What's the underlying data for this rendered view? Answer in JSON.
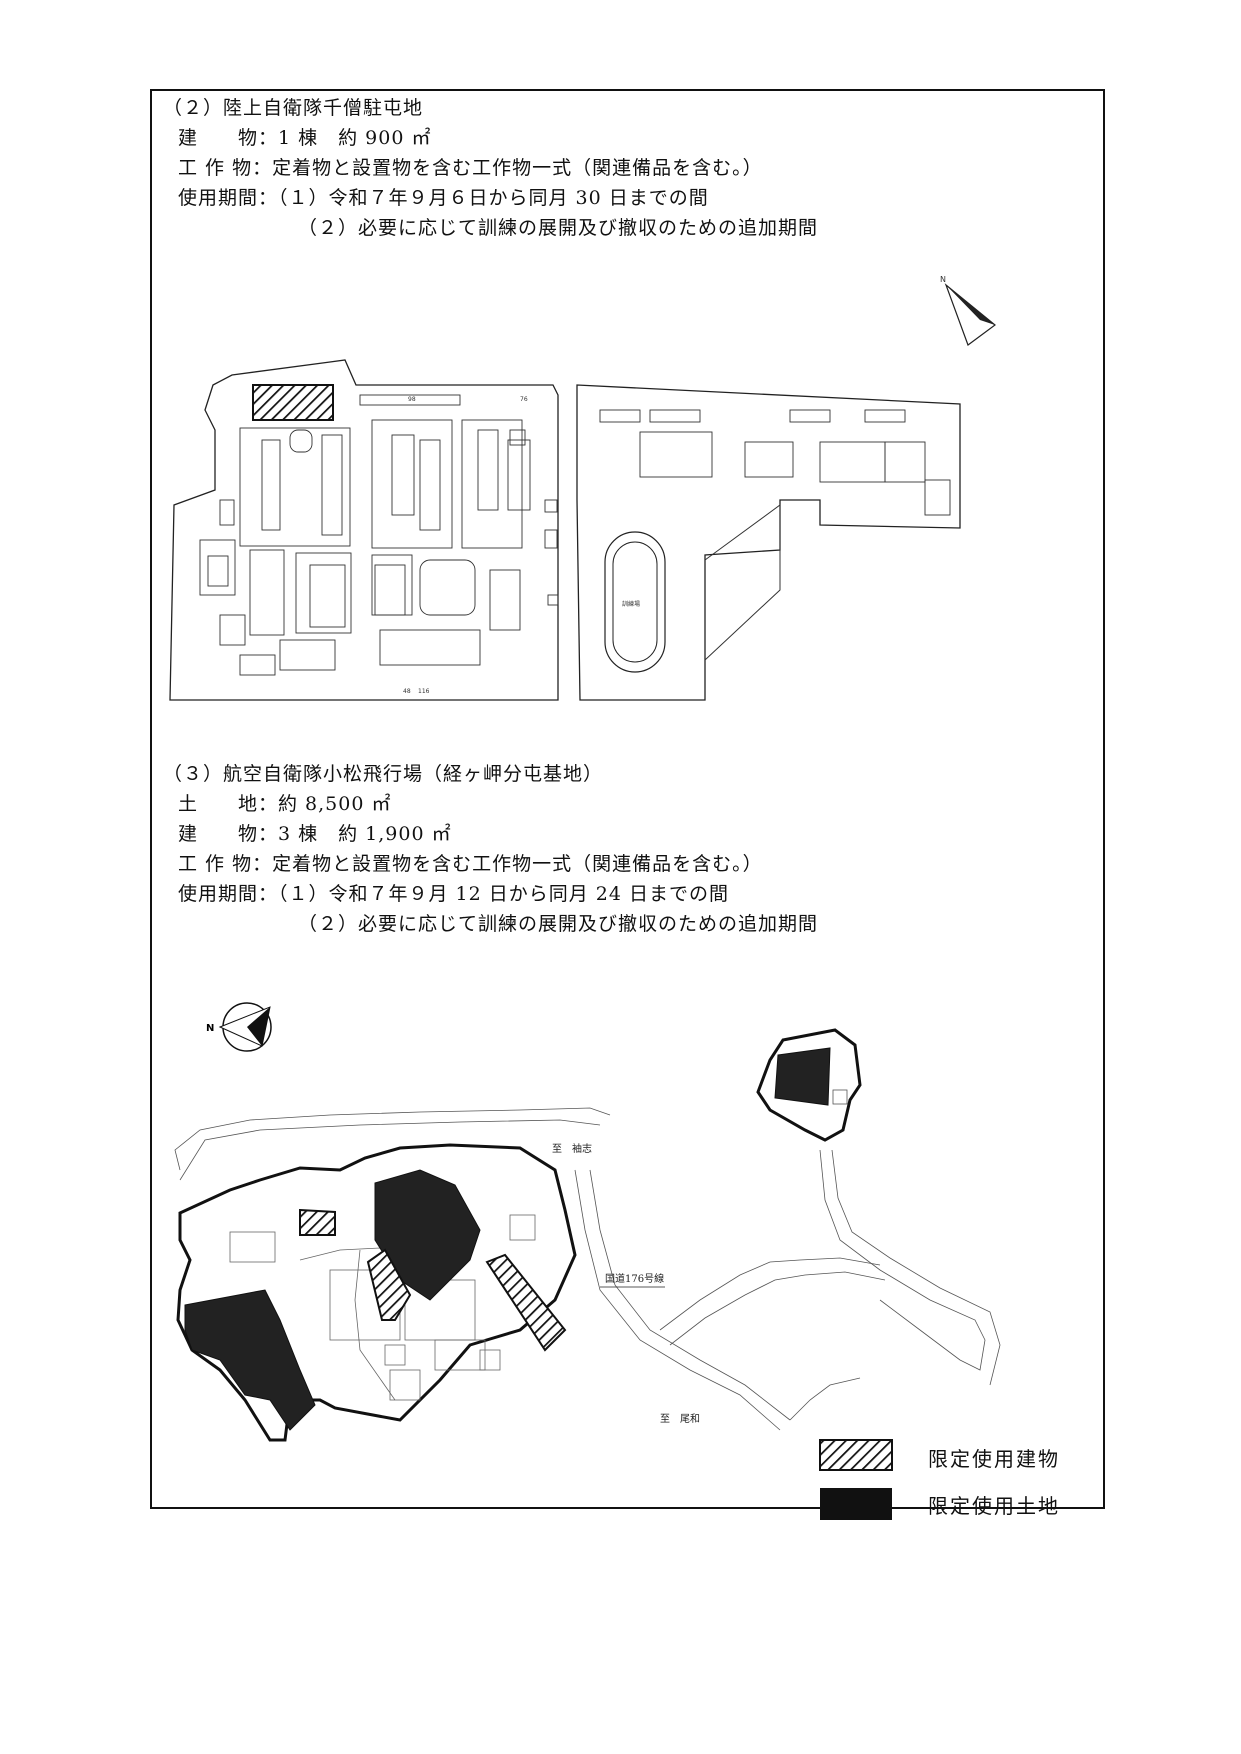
{
  "section2": {
    "heading": "（２）陸上自衛隊千僧駐屯地",
    "building": "建　　物：1 棟　約 900 ㎡",
    "structure": "工 作 物：定着物と設置物を含む工作物一式（関連備品を含む。）",
    "period1": "使用期間：（１）令和７年９月６日から同月 30 日までの間",
    "period2": "（２）必要に応じて訓練の展開及び撤収のための追加期間",
    "map_field_label": "訓練場",
    "north": "N"
  },
  "section3": {
    "heading": "（３）航空自衛隊小松飛行場（経ヶ岬分屯基地）",
    "land": "土　　地：約 8,500 ㎡",
    "building": "建　　物：3 棟　約 1,900 ㎡",
    "structure": "工 作 物：定着物と設置物を含む工作物一式（関連備品を含む。）",
    "period1": "使用期間：（１）令和７年９月 12 日から同月 24 日までの間",
    "period2": "（２）必要に応じて訓練の展開及び撤収のための追加期間",
    "road_label_1": "至　袖志",
    "road_label_2": "国道176号線",
    "road_label_3": "至　尾和",
    "north": "N"
  },
  "legend": {
    "building": "限定使用建物",
    "land": "限定使用土地"
  }
}
